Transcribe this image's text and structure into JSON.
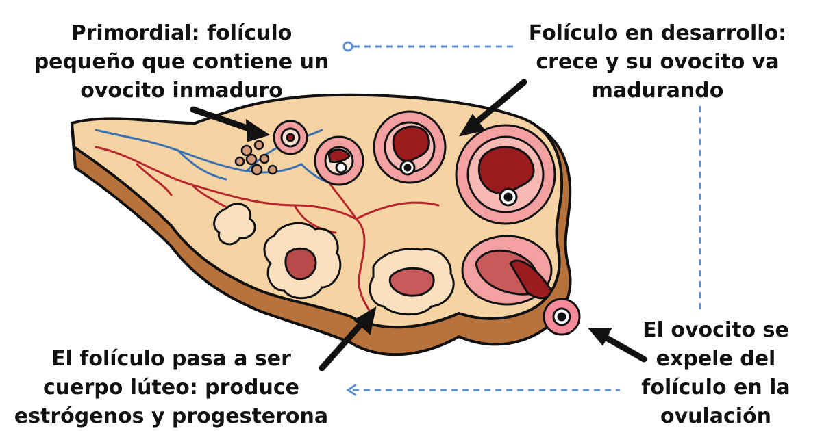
{
  "labels": {
    "primordial": [
      "Primordial: folículo",
      "pequeño que contiene un",
      "ovocito inmaduro"
    ],
    "developing": [
      "Folículo en desarrollo:",
      "crece y su ovocito va",
      "madurando"
    ],
    "luteum": [
      "El folículo pasa a ser",
      "cuerpo lúteo: produce",
      "estrógenos y progesterona"
    ],
    "ovulation": [
      "El ovocito se",
      "expele del",
      "folículo en la",
      "ovulación"
    ]
  },
  "colors": {
    "ovary_fill": "#f6d3a2",
    "ovary_edge": "#b8733c",
    "vessel_red": "#b8252b",
    "vessel_blue": "#3a6fb0",
    "follicle_pink": "#f2a0a0",
    "follicle_dark": "#9b1c1f",
    "dashed_line": "#5b8fd0"
  }
}
